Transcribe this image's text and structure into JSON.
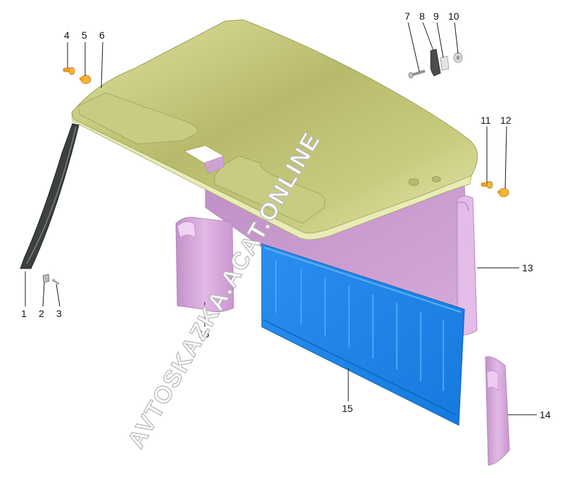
{
  "diagram": {
    "colors": {
      "roof": "#d3d98a",
      "pillar_lilac": "#d7a7dc",
      "panel_blue": "#1f86ea",
      "seal_dark": "#3c4040",
      "fastener_orange": "#f0a21e",
      "watermark_stroke": "#b8b8b8"
    },
    "callouts": [
      {
        "id": "1",
        "label": "1"
      },
      {
        "id": "2",
        "label": "2"
      },
      {
        "id": "3",
        "label": "3"
      },
      {
        "id": "4",
        "label": "4"
      },
      {
        "id": "5",
        "label": "5"
      },
      {
        "id": "6",
        "label": "6"
      },
      {
        "id": "7",
        "label": "7"
      },
      {
        "id": "8",
        "label": "8"
      },
      {
        "id": "9",
        "label": "9"
      },
      {
        "id": "10",
        "label": "10"
      },
      {
        "id": "11",
        "label": "11"
      },
      {
        "id": "12",
        "label": "12"
      },
      {
        "id": "13",
        "label": "13"
      },
      {
        "id": "14",
        "label": "14"
      },
      {
        "id": "15",
        "label": "15"
      },
      {
        "id": "16",
        "label": "16"
      }
    ]
  },
  "watermark": {
    "text": "AVTOSKAZKA.ACAT.ONLINE"
  }
}
